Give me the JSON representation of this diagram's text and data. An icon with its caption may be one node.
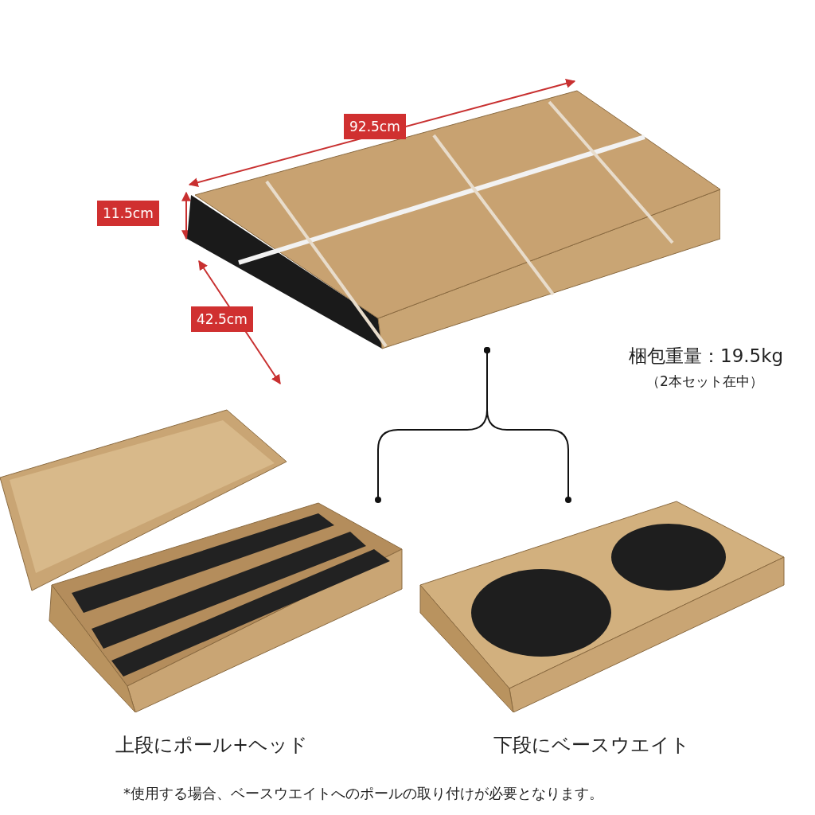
{
  "diagram": {
    "nodes": [
      {
        "text": [],
        "shape": "picture"
      },
      {
        "text": [],
        "shape": "picture",
        "beside": [
          "上段にポール+ヘッド"
        ]
      },
      {
        "text": [],
        "shape": "picture",
        "beside": [
          "下段にベースウエイト"
        ]
      }
    ],
    "edges": [
      {
        "from": 0,
        "to": 1,
        "arrow": "other"
      },
      {
        "from": 0,
        "to": 2,
        "arrow": "other"
      }
    ],
    "labels": [
      "92.5cm",
      "11.5cm",
      "42.5cm",
      "梱包重量：19.5kg",
      "（2本セット在中）",
      "*使用する場合、ベースウエイトへのポールの取り付けが必要となります。"
    ]
  }
}
